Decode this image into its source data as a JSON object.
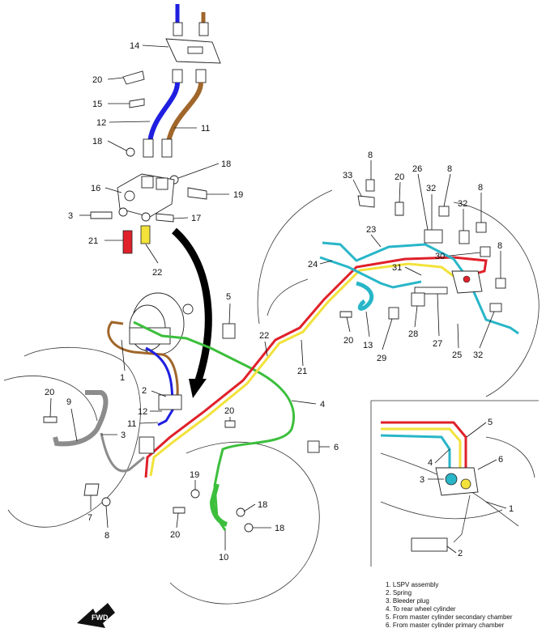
{
  "colors": {
    "blue": "#1f1fe0",
    "brown": "#a0662a",
    "red": "#e0202a",
    "yellow": "#f2e23a",
    "green": "#3cbf3c",
    "cyan": "#28b6c8",
    "gray": "#8c8c8c"
  },
  "callouts": {
    "c14": "14",
    "c20a": "20",
    "c15": "15",
    "c12a": "12",
    "c11a": "11",
    "c18a": "18",
    "c18b": "18",
    "c16": "16",
    "c19a": "19",
    "c3a": "3",
    "c17": "17",
    "c21a": "21",
    "c22a": "22",
    "c5": "5",
    "c1": "1",
    "c2": "2",
    "c12b": "12",
    "c11b": "11",
    "c20b": "20",
    "c9": "9",
    "c3b": "3",
    "c7": "7",
    "c8a": "8",
    "c22b": "22",
    "c21b": "21",
    "c4": "4",
    "c20c": "20",
    "c6": "6",
    "c19b": "19",
    "c18c": "18",
    "c18d": "18",
    "c20d": "20",
    "c10": "10",
    "c33": "33",
    "c8b": "8",
    "c20e": "20",
    "c26": "26",
    "c8c": "8",
    "c32a": "32",
    "c32b": "32",
    "c8d": "8",
    "c23": "23",
    "c24": "24",
    "c30": "30",
    "c8e": "8",
    "c31": "31",
    "c20f": "20",
    "c13": "13",
    "c29": "29",
    "c28": "28",
    "c27": "27",
    "c25": "25",
    "c32c": "32"
  },
  "inset": {
    "callouts": {
      "i1": "1",
      "i2": "2",
      "i3": "3",
      "i4": "4",
      "i5": "5",
      "i6": "6"
    }
  },
  "legend": [
    "1. LSPV assembly",
    "2. Spring",
    "3. Bleeder plug",
    "4. To rear wheel cylinder",
    "5. From master cylinder secondary chamber",
    "6. From master cylinder primary chamber"
  ],
  "fwd_label": "FWD"
}
